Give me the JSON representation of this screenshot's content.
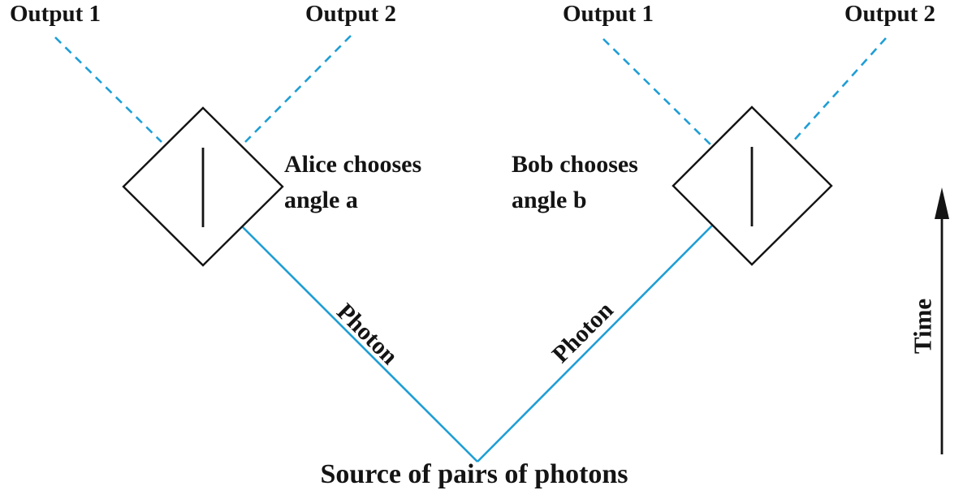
{
  "colors": {
    "photon_blue": "#1f9ed6",
    "ink_black": "#141414",
    "background": "#ffffff"
  },
  "stations": {
    "alice": {
      "output1_label": "Output 1",
      "output2_label": "Output 2",
      "chooses_line1": "Alice chooses",
      "chooses_line2": "angle a",
      "photon_label": "Photon"
    },
    "bob": {
      "output1_label": "Output 1",
      "output2_label": "Output 2",
      "chooses_line1": "Bob chooses",
      "chooses_line2": "angle b",
      "photon_label": "Photon"
    }
  },
  "source_label": "Source of pairs of photons",
  "time_axis_label": "Time"
}
